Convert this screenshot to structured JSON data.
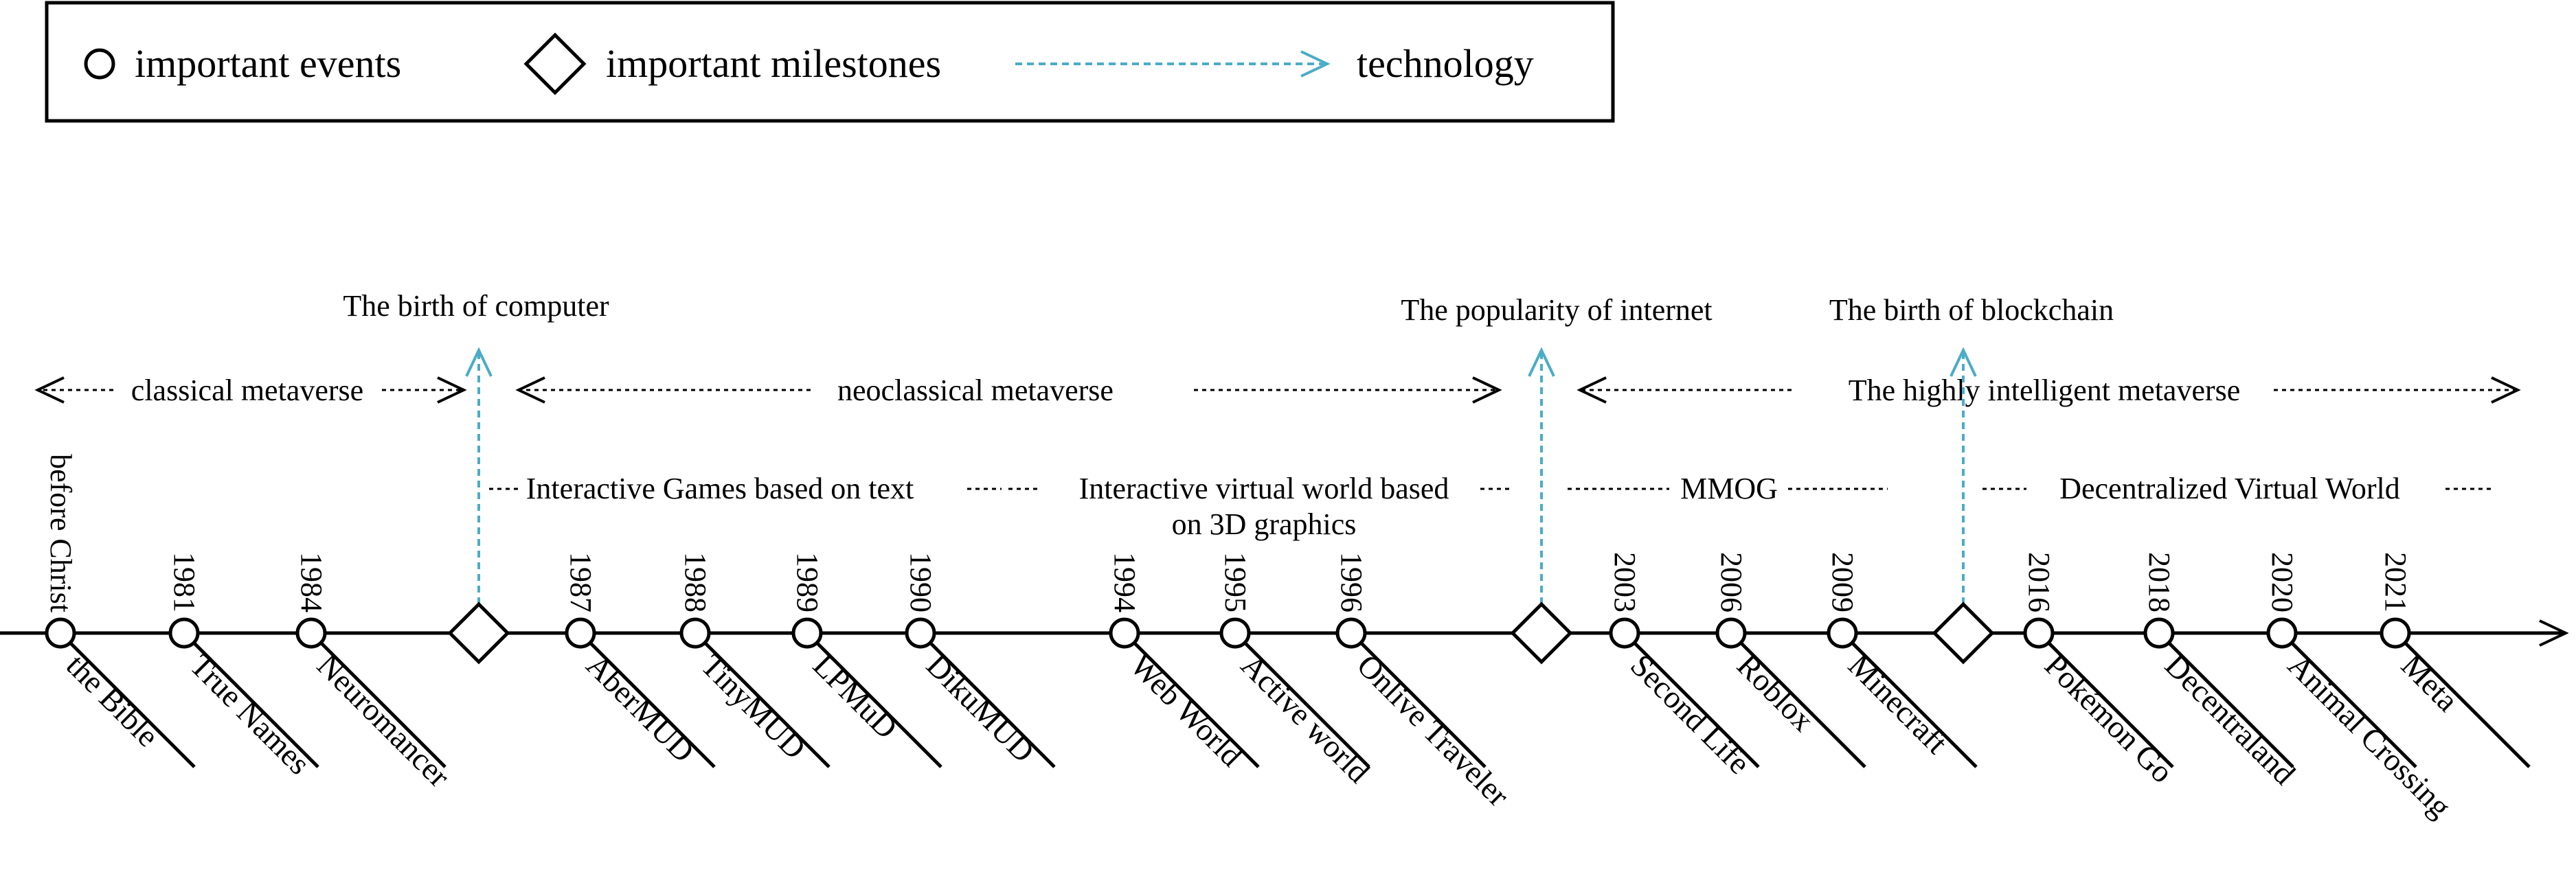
{
  "legend": {
    "events_label": "important events",
    "milestones_label": "important milestones",
    "technology_label": "technology"
  },
  "colors": {
    "line": "#000000",
    "technology": "#4bacc6",
    "background": "#ffffff"
  },
  "technologies": [
    "The birth of computer",
    "The popularity of internet",
    "The birth of blockchain"
  ],
  "eras": [
    "classical metaverse",
    "neoclassical metaverse",
    "The highly intelligent metaverse"
  ],
  "categories": [
    "Interactive Games based on text",
    "Interactive virtual world based",
    "on 3D graphics",
    "MMOG",
    "Decentralized Virtual World"
  ],
  "events": [
    {
      "year": "before Christ",
      "name": "the Bible"
    },
    {
      "year": "1981",
      "name": "True Names"
    },
    {
      "year": "1984",
      "name": "Neuromancer"
    },
    {
      "year": "1987",
      "name": "AberMUD"
    },
    {
      "year": "1988",
      "name": "TinyMUD"
    },
    {
      "year": "1989",
      "name": "LPMuD"
    },
    {
      "year": "1990",
      "name": "DikuMUD"
    },
    {
      "year": "1994",
      "name": "Web World"
    },
    {
      "year": "1995",
      "name": "Active world"
    },
    {
      "year": "1996",
      "name": "Onlive Traveler"
    },
    {
      "year": "2003",
      "name": "Second Life"
    },
    {
      "year": "2006",
      "name": "Roblox"
    },
    {
      "year": "2009",
      "name": "Minecraft"
    },
    {
      "year": "2016",
      "name": "Pokémon Go"
    },
    {
      "year": "2018",
      "name": "Decentraland"
    },
    {
      "year": "2020",
      "name": "Animal Crossing"
    },
    {
      "year": "2021",
      "name": "Meta"
    }
  ]
}
